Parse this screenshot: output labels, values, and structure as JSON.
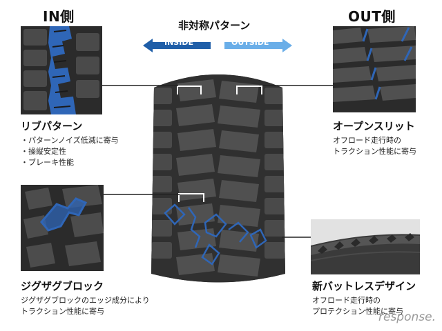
{
  "header": {
    "in_side": "IN側",
    "out_side": "OUT側",
    "center_title": "非対称パターン",
    "inside_label": "INSIDE",
    "outside_label": "OUTSIDE"
  },
  "features": {
    "rib": {
      "title": "リブパターン",
      "bullets": [
        "・パターンノイズ低減に寄与",
        "・操縦安定性",
        "・ブレーキ性能"
      ]
    },
    "open_slit": {
      "title": "オープンスリット",
      "lines": [
        "オフロード走行時の",
        "トラクション性能に寄与"
      ]
    },
    "zigzag": {
      "title": "ジグザグブロック",
      "lines": [
        "ジグザグブロックのエッジ成分により",
        "トラクション性能に寄与"
      ]
    },
    "bat": {
      "title": "新バットレスデザイン",
      "lines": [
        "オフロード走行時の",
        "プロテクション性能に寄与"
      ]
    }
  },
  "watermark": "response.",
  "colors": {
    "accent_blue": "#2f66b7",
    "inside_blue": "#1f5ea8",
    "outside_blue": "#6aaee8",
    "tire_dark": "#3a3a3a"
  }
}
